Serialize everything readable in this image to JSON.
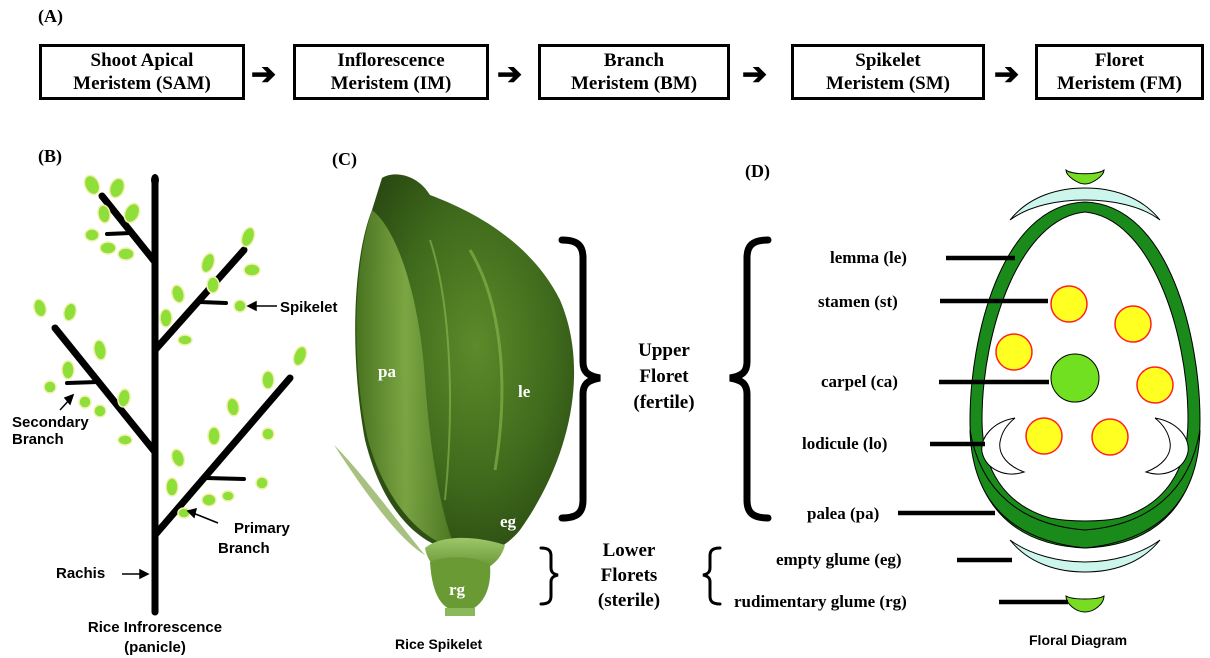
{
  "panels": {
    "a": "(A)",
    "b": "(B)",
    "c": "(C)",
    "d": "(D)"
  },
  "flow": [
    {
      "line1": "Shoot Apical",
      "line2": "Meristem (SAM)"
    },
    {
      "line1": "Inflorescence",
      "line2": "Meristem (IM)"
    },
    {
      "line1": "Branch",
      "line2": "Meristem (BM)"
    },
    {
      "line1": "Spikelet",
      "line2": "Meristem (SM)"
    },
    {
      "line1": "Floret",
      "line2": "Meristem (FM)"
    }
  ],
  "flow_arrow": "➔",
  "panel_b": {
    "spikelet": "Spikelet",
    "secondary_branch_1": "Secondary",
    "secondary_branch_2": "Branch",
    "primary_branch_1": "Primary",
    "primary_branch_2": "Branch",
    "rachis": "Rachis",
    "caption_1": "Rice Infrorescence",
    "caption_2": "(panicle)"
  },
  "panel_c": {
    "pa": "pa",
    "le": "le",
    "eg": "eg",
    "rg": "rg",
    "caption": "Rice Spikelet"
  },
  "middle": {
    "upper_1": "Upper",
    "upper_2": "Floret",
    "upper_3": "(fertile)",
    "lower_1": "Lower",
    "lower_2": "Florets",
    "lower_3": "(sterile)"
  },
  "panel_d": {
    "lemma": "lemma (le)",
    "stamen": "stamen (st)",
    "carpel": "carpel (ca)",
    "lodicule": "lodicule (lo)",
    "palea": "palea (pa)",
    "empty_glume": "empty glume (eg)",
    "rudimentary_glume": "rudimentary glume (rg)",
    "caption": "Floral Diagram"
  },
  "colors": {
    "spikelet_fill": "#8fdf3a",
    "spikelet_border": "#f3f0b0",
    "lemma": "#1a8a1a",
    "glume": "#ccf5ec",
    "stamen_fill": "#ffff22",
    "stamen_border": "#ff2020",
    "carpel": "#70e020",
    "rg": "#77dd22"
  }
}
